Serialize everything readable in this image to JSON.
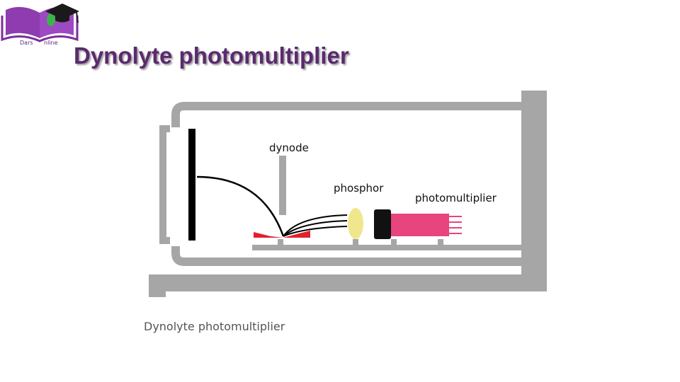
{
  "logo": {
    "left_text": "Dars",
    "right_text": "nline"
  },
  "title": "Dynolyte photomultiplier",
  "diagram": {
    "labels": {
      "dynode": "dynode",
      "phosphor": "phosphor",
      "photomultiplier": "photomultiplier"
    }
  },
  "caption": "Dynolyte photomultiplier",
  "colors": {
    "title": "#5b2a6e",
    "housing": "#a6a6a6",
    "phosphor": "#f0e68c",
    "photomultiplier": "#e8447e",
    "target": "#e0202e"
  }
}
